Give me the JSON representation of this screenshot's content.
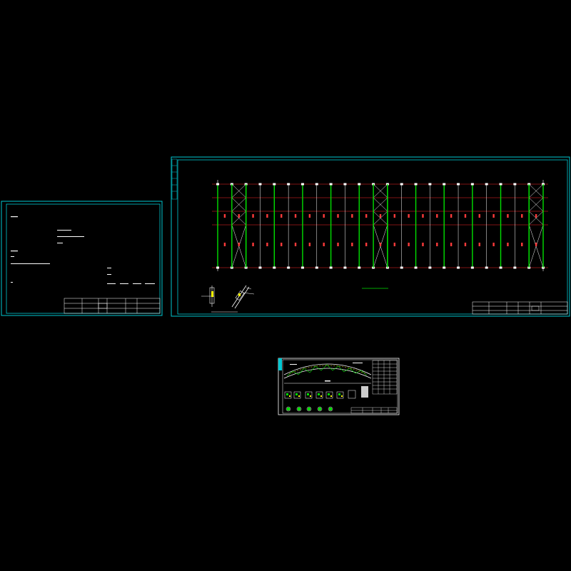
{
  "canvas": {
    "background": "#000000"
  },
  "colors": {
    "frame": "#00c8d2",
    "grid": "#ff2a2a",
    "column": "#00e000",
    "brace": "#ff3a3a",
    "white": "#ffffff",
    "yellow": "#ffff00",
    "magenta": "#ff00ff"
  },
  "sheet_left": {
    "description_labels": [
      "",
      "",
      "",
      "",
      "",
      "",
      "",
      "",
      "",
      ""
    ],
    "titleblock": {
      "cells": [
        "",
        "",
        "",
        ""
      ]
    }
  },
  "sheet_main": {
    "drawing": {
      "bay_count": 23,
      "bracing_bays": [
        1,
        11,
        22
      ],
      "grid_row_count": 5
    },
    "titleblock": {
      "cells": [
        "",
        "",
        "",
        ""
      ]
    }
  },
  "sheet_small": {
    "titleblock": {
      "cells": [
        "",
        "",
        ""
      ]
    }
  }
}
